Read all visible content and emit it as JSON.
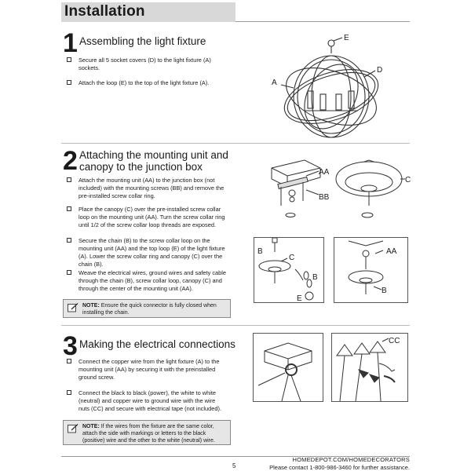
{
  "header": {
    "title": "Installation"
  },
  "steps": [
    {
      "number": "1",
      "title": "Assembling the light fixture",
      "bullets": [
        "Secure all 5 socket covers (D) to the light fixture (A) sockets.",
        "Attach the loop (E) to the top of the light fixture (A)."
      ]
    },
    {
      "number": "2",
      "title_line1": "Attaching the mounting unit and",
      "title_line2": "canopy to the junction box",
      "bullets": [
        "Attach the mounting unit (AA) to the junction box (not included) with the mounting screws (BB) and remove the pre-installed screw collar ring.",
        "Place the canopy (C) over the pre-installed screw collar loop on the mounting unit (AA). Turn the screw collar ring until 1/2 of the screw collar loop threads are exposed.",
        "Secure the chain (B) to the screw collar loop on the mounting unit (AA) and the top loop (E) of the light fixture (A). Lower the screw collar ring and canopy (C) over the chain (B).",
        "Weave the electrical wires, ground wires and safety cable through the chain (B), screw collar loop, canopy (C) and through the center of the mounting unit (AA)."
      ],
      "note_label": "NOTE:",
      "note_text": " Ensure the quick connector is fully closed when installing the chain."
    },
    {
      "number": "3",
      "title": "Making the electrical connections",
      "bullets": [
        "Connect the copper wire from the light fixture (A) to the mounting unit (AA) by securing it with the preinstalled ground screw.",
        "Connect the black to black (power),  the white to white (neutral) and copper wire to ground wire with the wire nuts (CC) and secure with electrical tape (not included)."
      ],
      "note_label": "NOTE:",
      "note_text": " If the wires from the fixture are the same color, attach the side with markings or letters to the black (positive) wire and the other to the white (neutral) wire."
    }
  ],
  "labels": {
    "fixture": {
      "e": "E",
      "d": "D",
      "a": "A"
    },
    "mount": {
      "aa": "AA",
      "bb": "BB"
    },
    "canopy": {
      "c": "C"
    },
    "chain_left": {
      "b": "B",
      "c": "C",
      "b2": "B",
      "e": "E"
    },
    "chain_right": {
      "aa": "AA",
      "b": "B"
    },
    "nuts": {
      "cc": "CC"
    }
  },
  "icons": {
    "note": "note-pencil-icon",
    "checkbox": "checkbox-icon"
  },
  "footer": {
    "page": "5",
    "url": "HOMEDEPOT.COM/HOMEDECORATORS",
    "contact": "Please contact 1-800-986-3460 for further assistance."
  }
}
